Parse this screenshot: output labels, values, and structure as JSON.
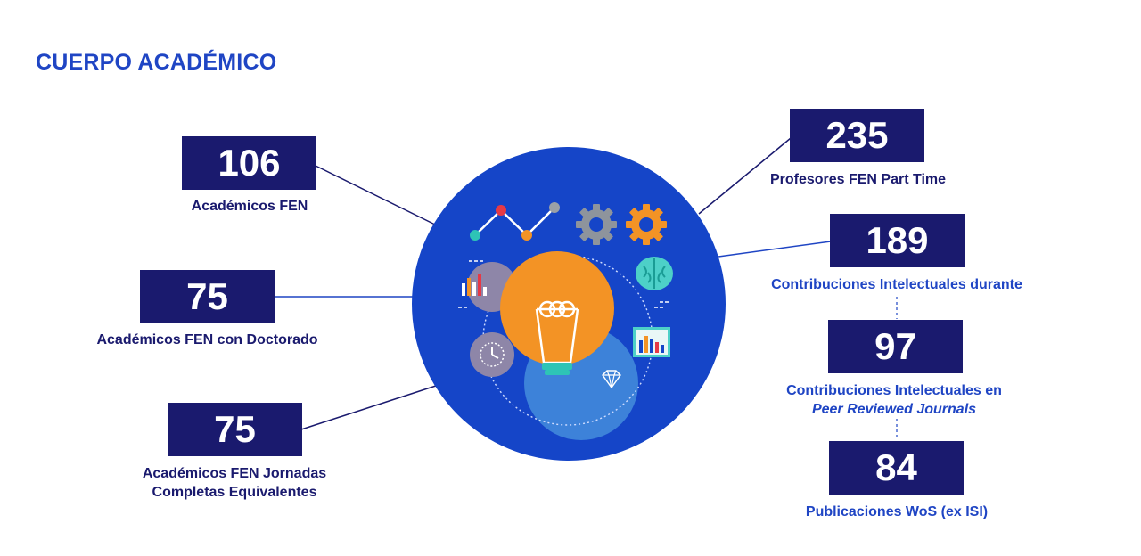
{
  "title": "CUERPO ACADÉMICO",
  "stats": [
    {
      "value": "106",
      "label": "Académicos FEN"
    },
    {
      "value": "75",
      "label": "Académicos FEN con Doctorado"
    },
    {
      "value": "75",
      "label_line1": "Académicos FEN Jornadas",
      "label_line2": "Completas Equivalentes"
    },
    {
      "value": "235",
      "label": "Profesores FEN Part Time"
    },
    {
      "value": "189",
      "label": "Contribuciones Intelectuales durante"
    },
    {
      "value": "97",
      "label_line1": "Contribuciones Intelectuales en",
      "label_line2": "Peer Reviewed Journals"
    },
    {
      "value": "84",
      "label": "Publicaciones WoS (ex ISI)"
    }
  ],
  "hub_icons": [
    "line-chart-icon",
    "gear-icon",
    "orange-gear-icon",
    "brain-icon",
    "lightbulb-icon",
    "bar-chart-icon",
    "clock-icon",
    "diamond-icon"
  ],
  "colors": {
    "box": "#1a1a6e",
    "title": "#1f45c4",
    "circle": "#1545c8",
    "bulb": "#f39325"
  }
}
